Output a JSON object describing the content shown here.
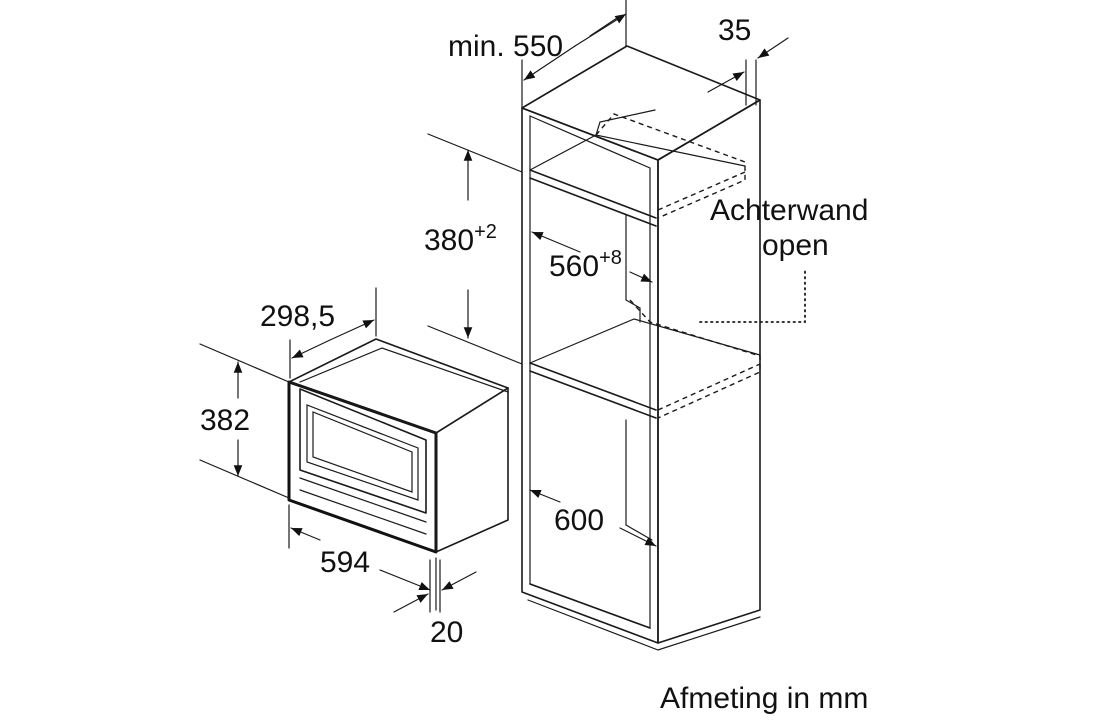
{
  "labels": {
    "depth_min": "min. 550",
    "gap_35": "35",
    "height_380": "380",
    "height_380_tol": "+2",
    "width_560": "560",
    "width_560_tol": "+8",
    "rear_wall_line1": "Achterwand",
    "rear_wall_line2": "open",
    "depth_298": "298,5",
    "height_382": "382",
    "width_600": "600",
    "width_594": "594",
    "frame_20": "20",
    "units_note": "Afmeting in mm"
  }
}
